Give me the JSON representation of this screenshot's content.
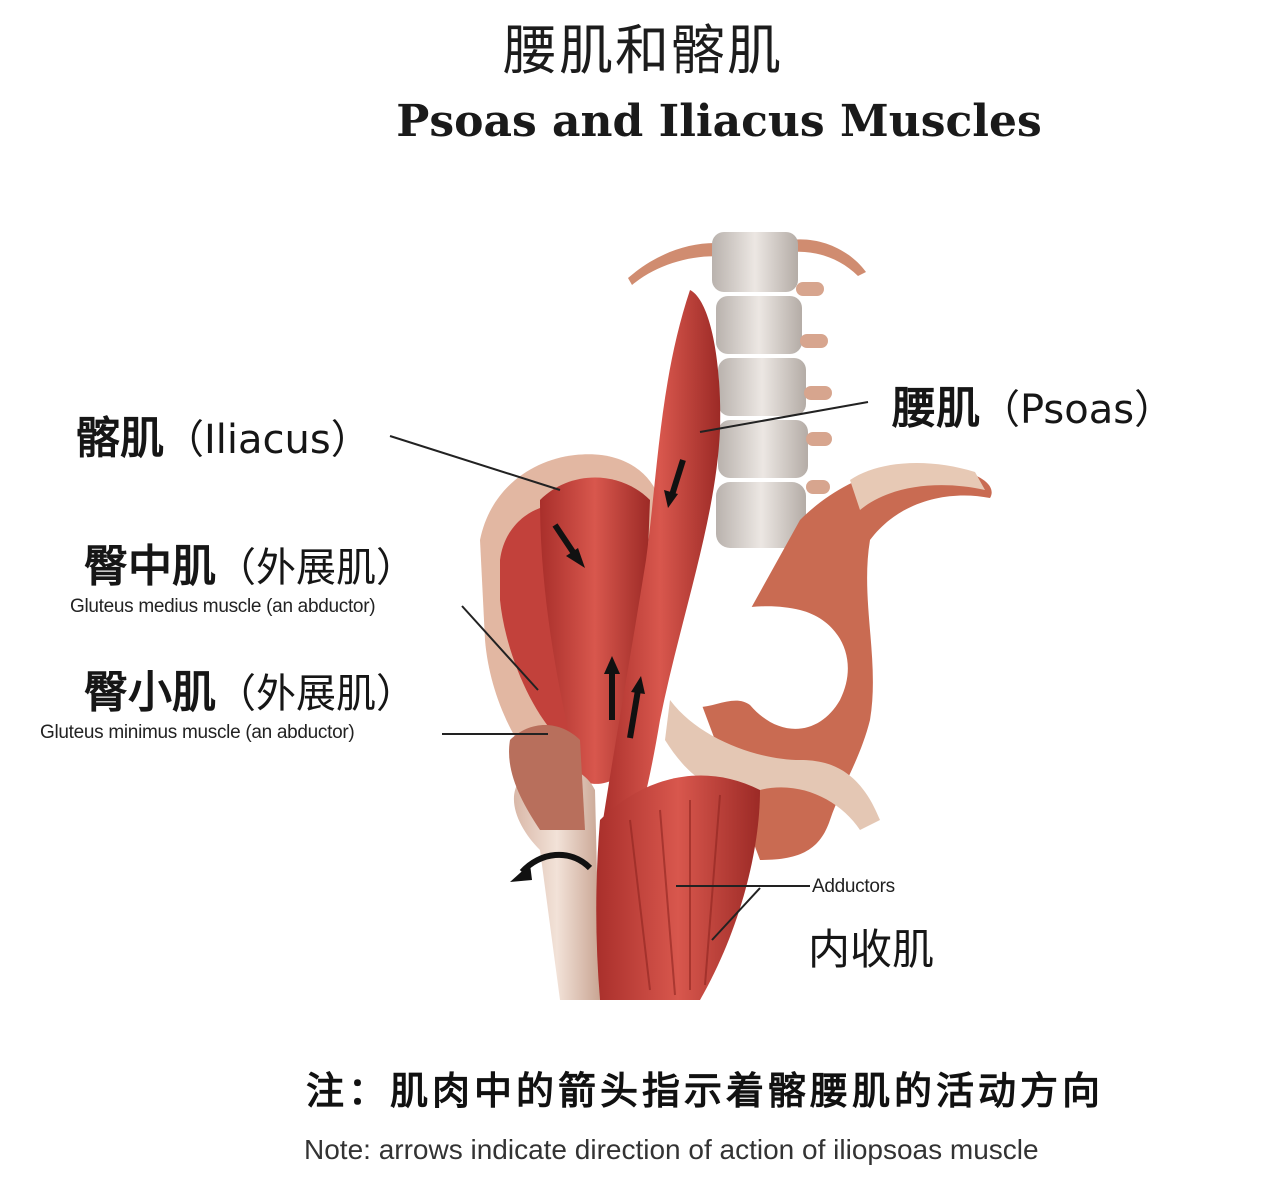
{
  "title_cn": "腰肌和髂肌",
  "title_en": "Psoas and Iliacus Muscles",
  "labels": {
    "iliacus": {
      "cn": "髂肌",
      "en": "（Iliacus）"
    },
    "psoas": {
      "cn": "腰肌",
      "en": "（Psoas）"
    },
    "gluteus_medius": {
      "cn": "臀中肌",
      "paren": "（外展肌）",
      "en": "Gluteus medius muscle (an abductor)"
    },
    "gluteus_minimus": {
      "cn": "臀小肌",
      "paren": "（外展肌）",
      "en": "Gluteus minimus muscle (an abductor)"
    },
    "adductors": {
      "en": "Adductors",
      "cn": "内收肌"
    }
  },
  "note": {
    "cn": "注：肌肉中的箭头指示着髂腰肌的活动方向",
    "en": "Note:  arrows indicate direction of action of iliopsoas muscle"
  },
  "colors": {
    "muscle": "#c8403a",
    "muscle_dark": "#8e2420",
    "bone": "#e6ccc0",
    "spine": "#cfc8c2",
    "arrow": "#111111"
  }
}
